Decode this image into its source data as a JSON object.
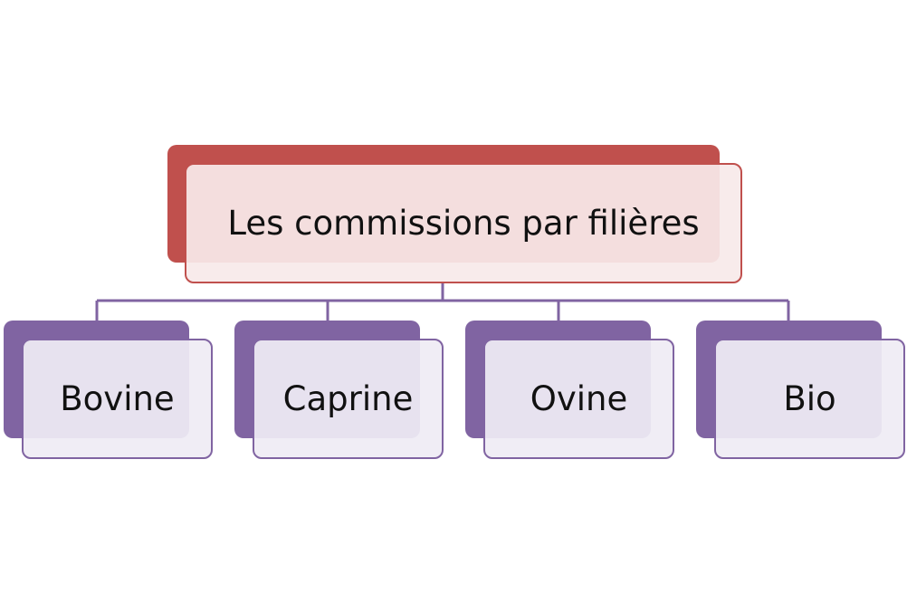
{
  "diagram": {
    "type": "hierarchy",
    "root": {
      "label": "Les commissions par filières"
    },
    "children": [
      {
        "label": "Bovine"
      },
      {
        "label": "Caprine"
      },
      {
        "label": "Ovine"
      },
      {
        "label": "Bio"
      }
    ],
    "colors": {
      "root_accent": "#c0504d",
      "root_fill": "#f8eaea",
      "child_accent": "#8064a2",
      "child_fill": "#efecf4",
      "background": "#ffffff"
    }
  }
}
